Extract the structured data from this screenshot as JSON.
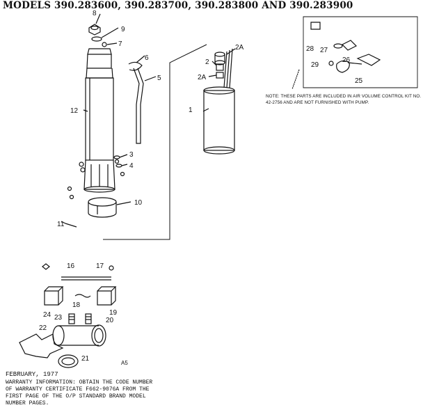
{
  "header": {
    "title": "MODELS 390.283600, 390.283700, 390.283800 AND 390.283900"
  },
  "callouts": {
    "c1": "1",
    "c2": "2",
    "c2a_top": "2A",
    "c2a_mid": "2A",
    "c3": "3",
    "c4": "4",
    "c5": "5",
    "c6": "6",
    "c7": "7",
    "c8": "8",
    "c9": "9",
    "c10": "10",
    "c11": "11",
    "c12": "12",
    "c16": "16",
    "c17": "17",
    "c18": "18",
    "c19": "19",
    "c20": "20",
    "c21": "21",
    "c22": "22",
    "c23": "23",
    "c24": "24",
    "c25": "25",
    "c26": "26",
    "c27": "27",
    "c28": "28",
    "c29": "29"
  },
  "note": {
    "text": "NOTE: THESE PARTS ARE INCLUDED IN AIR VOLUME CONTROL KIT NO. 42-2756 AND ARE NOT FURNISHED WITH PUMP."
  },
  "footer": {
    "plate": "A5",
    "date": "FEBRUARY, 1977",
    "warranty": "WARRANTY INFORMATION: OBTAIN THE CODE NUMBER\nOF WARRANTY CERTIFICATE F662-9076A FROM THE\nFIRST PAGE OF THE O/P STANDARD BRAND MODEL\nNUMBER PAGES."
  }
}
